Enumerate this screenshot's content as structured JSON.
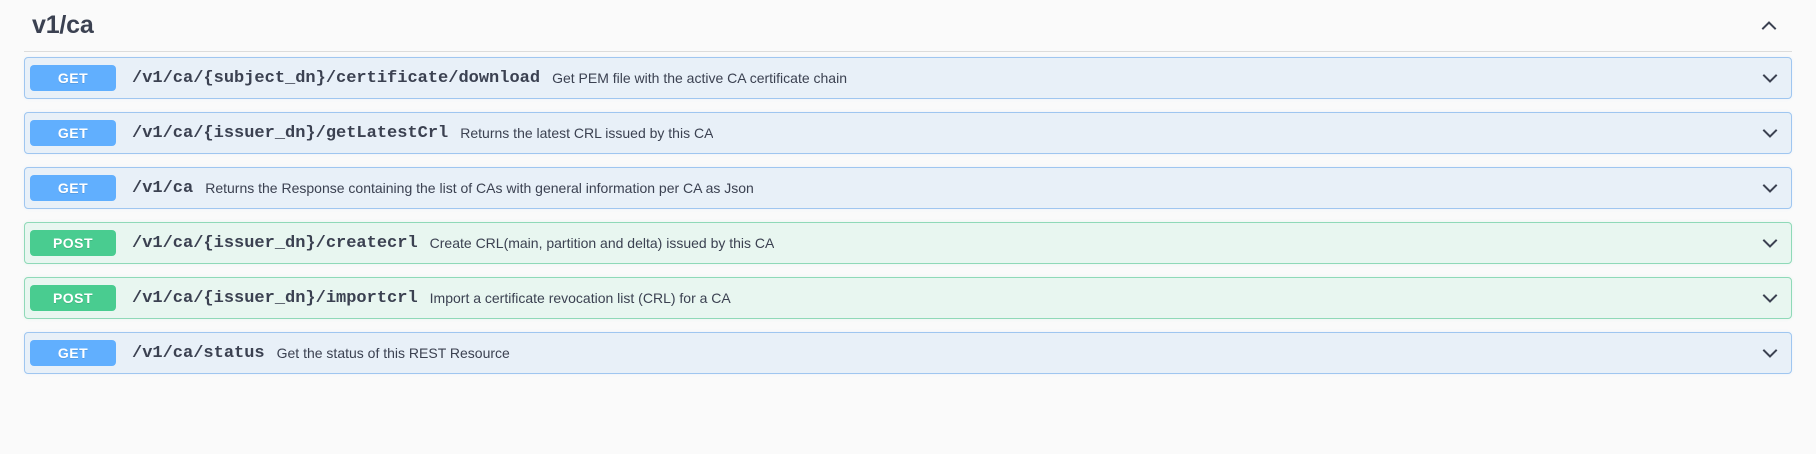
{
  "section": {
    "title": "v1/ca",
    "collapse_icon": "chevron-up-icon",
    "expanded": true
  },
  "colors": {
    "get_badge": "#61affe",
    "post_badge": "#49cc90",
    "get_row_bg": "#e8f0f8",
    "post_row_bg": "#e8f6f0",
    "get_row_border": "#9fc6f0",
    "post_row_border": "#8fd9b8",
    "text": "#3b4151",
    "page_bg": "#fafafa"
  },
  "operations": [
    {
      "method": "GET",
      "method_class": "get",
      "path": "/v1/ca/{subject_dn}/certificate/download",
      "description": "Get PEM file with the active CA certificate chain",
      "expand_icon": "chevron-down-icon"
    },
    {
      "method": "GET",
      "method_class": "get",
      "path": "/v1/ca/{issuer_dn}/getLatestCrl",
      "description": "Returns the latest CRL issued by this CA",
      "expand_icon": "chevron-down-icon"
    },
    {
      "method": "GET",
      "method_class": "get",
      "path": "/v1/ca",
      "description": "Returns the Response containing the list of CAs with general information per CA as Json",
      "expand_icon": "chevron-down-icon"
    },
    {
      "method": "POST",
      "method_class": "post",
      "path": "/v1/ca/{issuer_dn}/createcrl",
      "description": "Create CRL(main, partition and delta) issued by this CA",
      "expand_icon": "chevron-down-icon"
    },
    {
      "method": "POST",
      "method_class": "post",
      "path": "/v1/ca/{issuer_dn}/importcrl",
      "description": "Import a certificate revocation list (CRL) for a CA",
      "expand_icon": "chevron-down-icon"
    },
    {
      "method": "GET",
      "method_class": "get",
      "path": "/v1/ca/status",
      "description": "Get the status of this REST Resource",
      "expand_icon": "chevron-down-icon"
    }
  ]
}
